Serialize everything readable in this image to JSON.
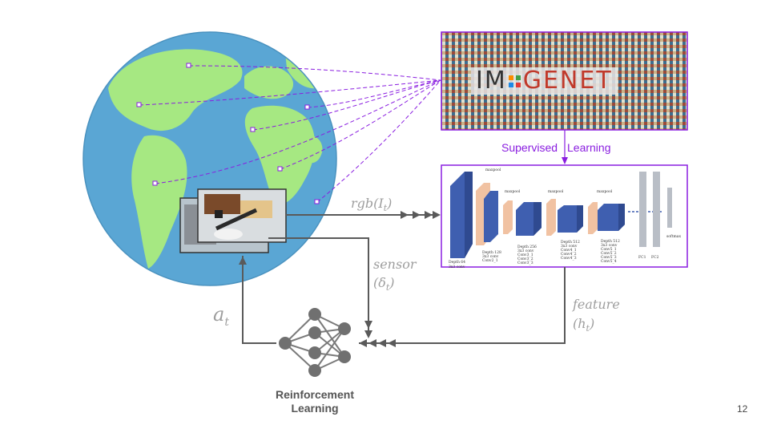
{
  "labels": {
    "rgb": "rgb(I",
    "rgb_sub": "t",
    "rgb_close": ")",
    "sensor": "sensor",
    "sensor_delta": "(δ",
    "sensor_sub": "t",
    "sensor_close": ")",
    "feature": "feature",
    "feature_h": "(h",
    "feature_sub": "t",
    "feature_close": ")",
    "action": "a",
    "action_sub": "t",
    "supervised_1": "Supervised",
    "supervised_2": "Learning",
    "rl_1": "Reinforcement",
    "rl_2": "Learning",
    "page_number": "12"
  },
  "imagenet": {
    "logo_1": "IM",
    "logo_2": "GENET",
    "colors": [
      "#e53935",
      "#fb8c00",
      "#fdd835",
      "#43a047",
      "#1e88e5",
      "#8e24aa"
    ]
  },
  "vgg": {
    "maxpool_label": "maxpool",
    "blocks": [
      {
        "text_1": "Depth 64",
        "text_2": "3x3 conv"
      },
      {
        "text_1": "Depth 128",
        "text_2": "3x3 conv",
        "text_3": "Conv2_1"
      },
      {
        "text_1": "Depth 256",
        "text_2": "3x3 conv",
        "text_3": "Conv3_1",
        "text_4": "Conv3_2",
        "text_5": "Conv3_3"
      },
      {
        "text_1": "Depth 512",
        "text_2": "3x3 conv",
        "text_3": "Conv4_1",
        "text_4": "Conv4_2",
        "text_5": "Conv4_3"
      },
      {
        "text_1": "Depth 512",
        "text_2": "3x3 conv",
        "text_3": "Conv5_1",
        "text_4": "Conv5_2",
        "text_5": "Conv5_3",
        "text_6": "Conv5_4"
      }
    ],
    "fc1": "FC1",
    "fc2": "FC2",
    "softmax": "softmax"
  },
  "colors": {
    "accent": "#8a1ee0",
    "arrow": "#5a5a5a",
    "ocean": "#5aa6d4",
    "land": "#a6e882",
    "conv": "#3f5fb0",
    "pool": "#f1c2a2"
  }
}
